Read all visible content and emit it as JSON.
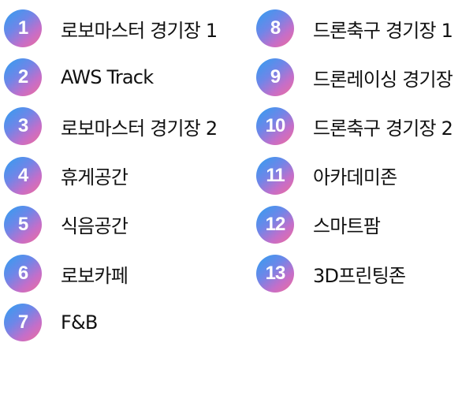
{
  "zones": {
    "left": [
      {
        "number": "1",
        "label": "로보마스터 경기장 1"
      },
      {
        "number": "2",
        "label": "AWS Track"
      },
      {
        "number": "3",
        "label": "로보마스터 경기장 2"
      },
      {
        "number": "4",
        "label": "휴게공간"
      },
      {
        "number": "5",
        "label": "식음공간"
      },
      {
        "number": "6",
        "label": "로보카페"
      },
      {
        "number": "7",
        "label": "F&B"
      }
    ],
    "right": [
      {
        "number": "8",
        "label": "드론축구 경기장 1"
      },
      {
        "number": "9",
        "label": "드론레이싱 경기장"
      },
      {
        "number": "10",
        "label": "드론축구 경기장 2"
      },
      {
        "number": "11",
        "label": "아카데미존"
      },
      {
        "number": "12",
        "label": "스마트팜"
      },
      {
        "number": "13",
        "label": "3D프린팅존"
      }
    ]
  },
  "colors": {
    "badge_gradient_start": "#2f9ff0",
    "badge_gradient_end": "#f06e9a",
    "text": "#111111"
  }
}
